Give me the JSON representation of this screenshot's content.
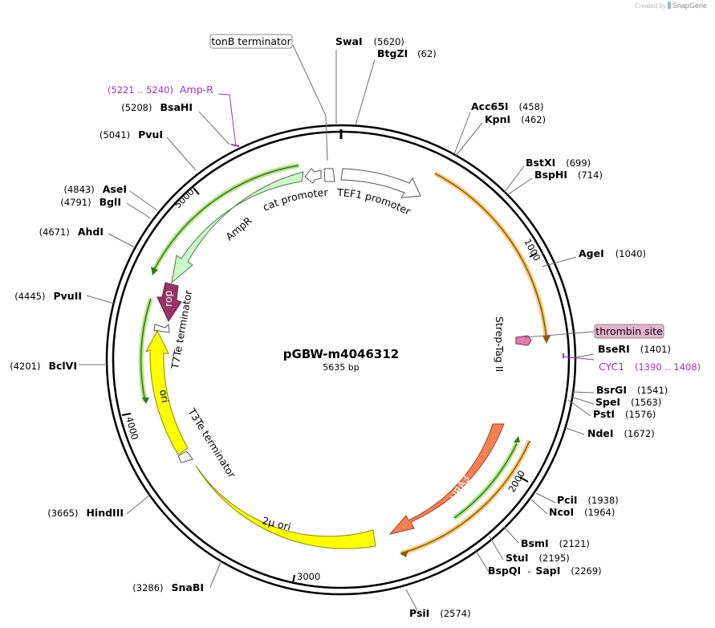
{
  "credit": {
    "prefix": "Created by",
    "brand": "SnapGene"
  },
  "plasmid": {
    "name": "pGBW-m4046312",
    "length_label": "5635 bp",
    "length": 5635
  },
  "ticks": [
    "1000",
    "2000",
    "3000",
    "4000",
    "5000"
  ],
  "sites": [
    {
      "name": "SwaI",
      "pos": "(5620)"
    },
    {
      "name": "BtgZI",
      "pos": "(62)"
    },
    {
      "name": "Acc65I",
      "pos": "(458)"
    },
    {
      "name": "KpnI",
      "pos": "(462)"
    },
    {
      "name": "BstXI",
      "pos": "(699)"
    },
    {
      "name": "BspHI",
      "pos": "(714)"
    },
    {
      "name": "AgeI",
      "pos": "(1040)"
    },
    {
      "name": "BseRI",
      "pos": "(1401)"
    },
    {
      "name": "BsrGI",
      "pos": "(1541)"
    },
    {
      "name": "SpeI",
      "pos": "(1563)"
    },
    {
      "name": "PstI",
      "pos": "(1576)"
    },
    {
      "name": "NdeI",
      "pos": "(1672)"
    },
    {
      "name": "PciI",
      "pos": "(1938)"
    },
    {
      "name": "NcoI",
      "pos": "(1964)"
    },
    {
      "name": "BsmI",
      "pos": "(2121)"
    },
    {
      "name": "StuI",
      "pos": "(2195)"
    },
    {
      "name": "BspQI",
      "sep": "-",
      "name2": "SapI",
      "pos": "(2269)"
    },
    {
      "name": "PsiI",
      "pos": "(2574)"
    },
    {
      "name": "SnaBI",
      "pos": "(3286)"
    },
    {
      "name": "HindIII",
      "pos": "(3665)"
    },
    {
      "name": "BclVI",
      "pos": "(4201)"
    },
    {
      "name": "PvuII",
      "pos": "(4445)"
    },
    {
      "name": "AhdI",
      "pos": "(4671)"
    },
    {
      "name": "BglI",
      "pos": "(4791)"
    },
    {
      "name": "AseI",
      "pos": "(4843)"
    },
    {
      "name": "PvuI",
      "pos": "(5041)"
    },
    {
      "name": "BsaHI",
      "pos": "(5208)"
    }
  ],
  "primers": [
    {
      "name": "Amp-R",
      "range": "(5221 .. 5240)",
      "color": "#9b32c8"
    },
    {
      "name": "CYC1",
      "range": "(1390 .. 1408)",
      "color": "#9b32c8"
    }
  ],
  "boxed_features": [
    {
      "name": "tonB terminator",
      "fill": "#ffffff"
    },
    {
      "name": "thrombin site",
      "fill": "#e6b4cc"
    }
  ],
  "features": [
    {
      "name": "TEF1 promoter",
      "color": "#ffffff"
    },
    {
      "name": "cat promoter",
      "color": "#ffffff"
    },
    {
      "name": "AmpR",
      "color": "#ccf8cc"
    },
    {
      "name": "rop",
      "color": "#993366"
    },
    {
      "name": "T7Te terminator",
      "color": "#ffffff"
    },
    {
      "name": "ori",
      "color": "#ffff00"
    },
    {
      "name": "T3Te terminator",
      "color": "#ffffff"
    },
    {
      "name": "2µ ori",
      "color": "#ffff00"
    },
    {
      "name": "URA3",
      "color": "#f58052"
    },
    {
      "name": "Strep-Tag II",
      "color": "#e07bb0"
    }
  ],
  "colors": {
    "backbone": "#000000",
    "orf_orange": "#f0a030",
    "orf_green": "#3d9a1a",
    "primer": "#9b32c8"
  }
}
